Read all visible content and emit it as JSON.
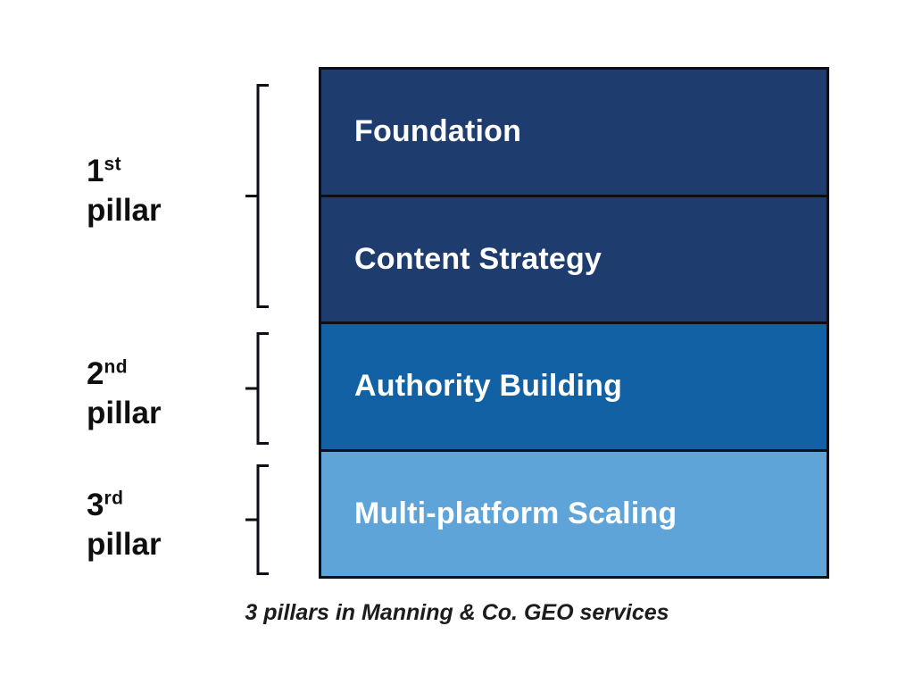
{
  "diagram": {
    "caption": "3 pillars in Manning & Co. GEO services",
    "boxes": [
      {
        "label": "Foundation",
        "color": "#1e3c6d"
      },
      {
        "label": "Content Strategy",
        "color": "#1e3c6d"
      },
      {
        "label": "Authority Building",
        "color": "#1261a5"
      },
      {
        "label": "Multi-platform Scaling",
        "color": "#5fa4d9"
      }
    ],
    "pillar_labels": [
      {
        "ordinal": "1",
        "suffix": "st",
        "word": "pillar"
      },
      {
        "ordinal": "2",
        "suffix": "nd",
        "word": "pillar"
      },
      {
        "ordinal": "3",
        "suffix": "rd",
        "word": "pillar"
      }
    ],
    "colors": {
      "navy": "#1e3c6d",
      "medium_blue": "#1261a5",
      "light_blue": "#5fa4d9",
      "outline": "#0e0e16",
      "box_text": "#ffffff",
      "label_text": "#0f0f0f"
    }
  }
}
